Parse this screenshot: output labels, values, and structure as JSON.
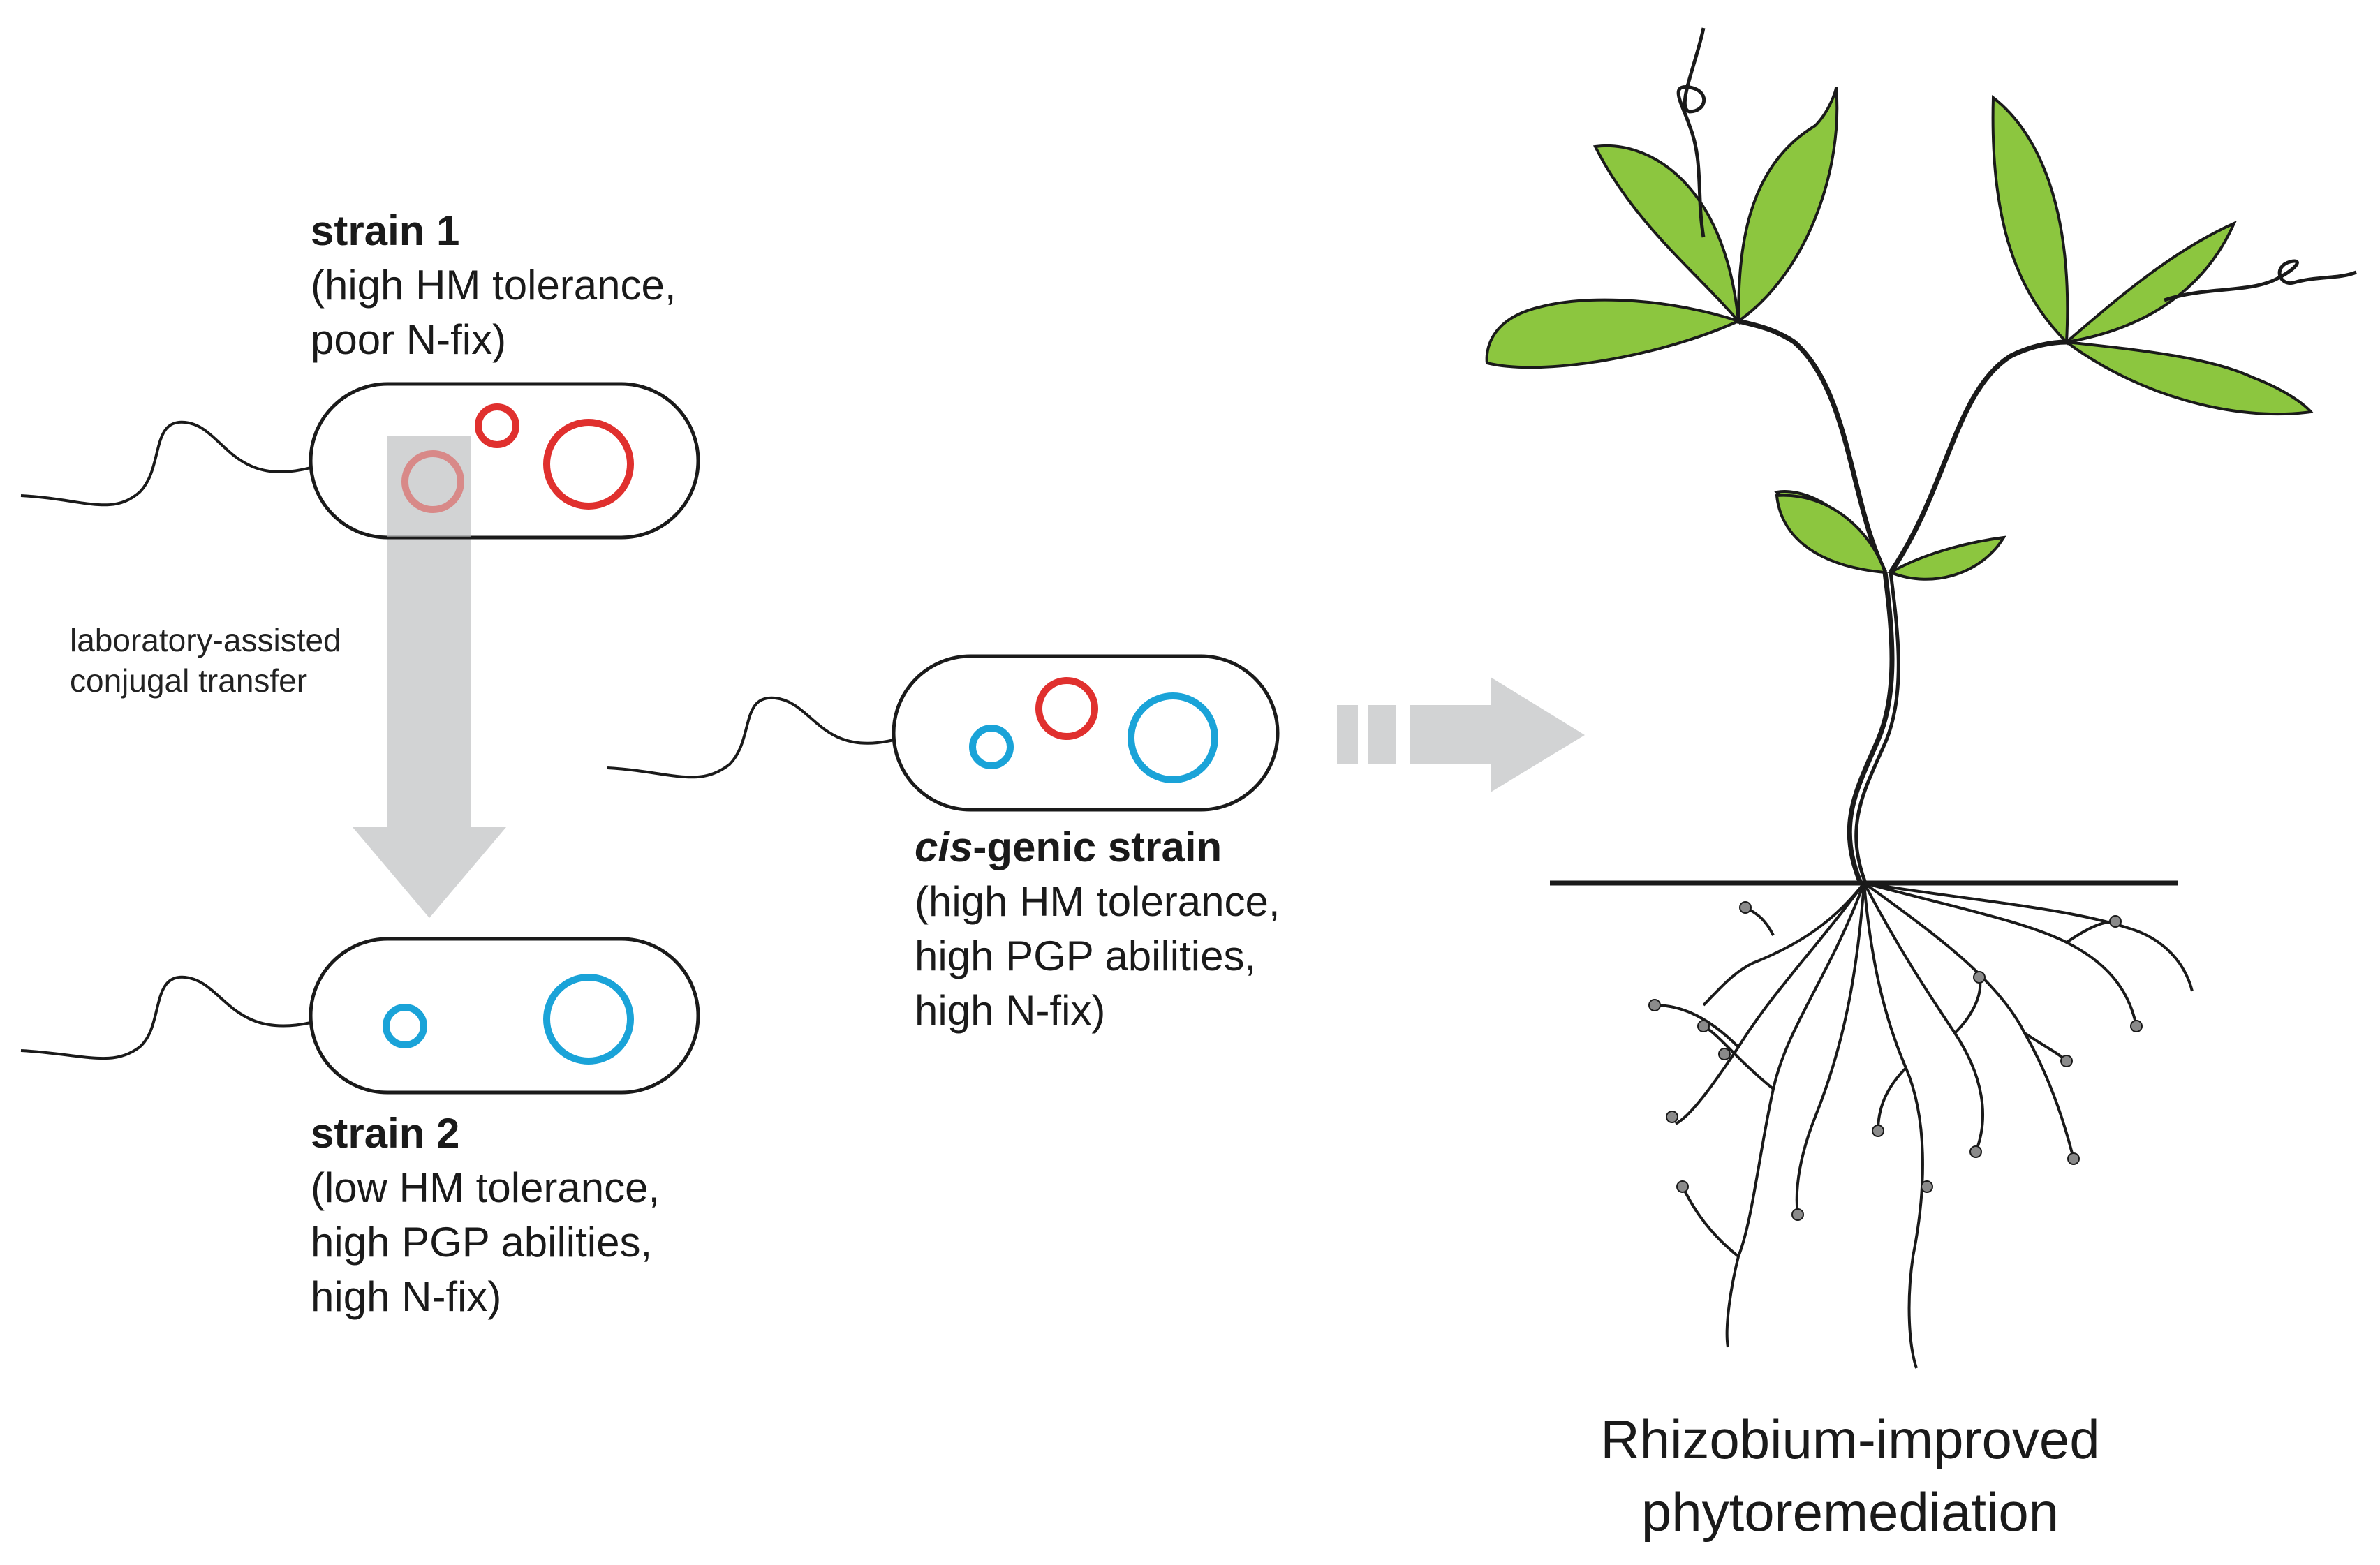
{
  "strain1": {
    "title": "strain 1",
    "lines": [
      "(high HM tolerance,",
      "poor N-fix)"
    ]
  },
  "strain2": {
    "title": "strain 2",
    "lines": [
      "(low HM tolerance,",
      "high PGP abilities,",
      "high N-fix)"
    ]
  },
  "cisgenic": {
    "title_italic": "cis",
    "title_rest": "-genic strain",
    "lines": [
      "(high HM tolerance,",
      "high PGP abilities,",
      "high N-fix)"
    ]
  },
  "transfer_label": [
    "laboratory-assisted",
    "conjugal transfer"
  ],
  "caption": [
    "Rhizobium-improved",
    "phytoremediation"
  ],
  "colors": {
    "plasmid_red": "#e0302e",
    "plasmid_blue": "#1aa3d8",
    "leaf": "#8cc63f",
    "arrow": "#d2d3d4",
    "outline": "#1a1a1a"
  }
}
